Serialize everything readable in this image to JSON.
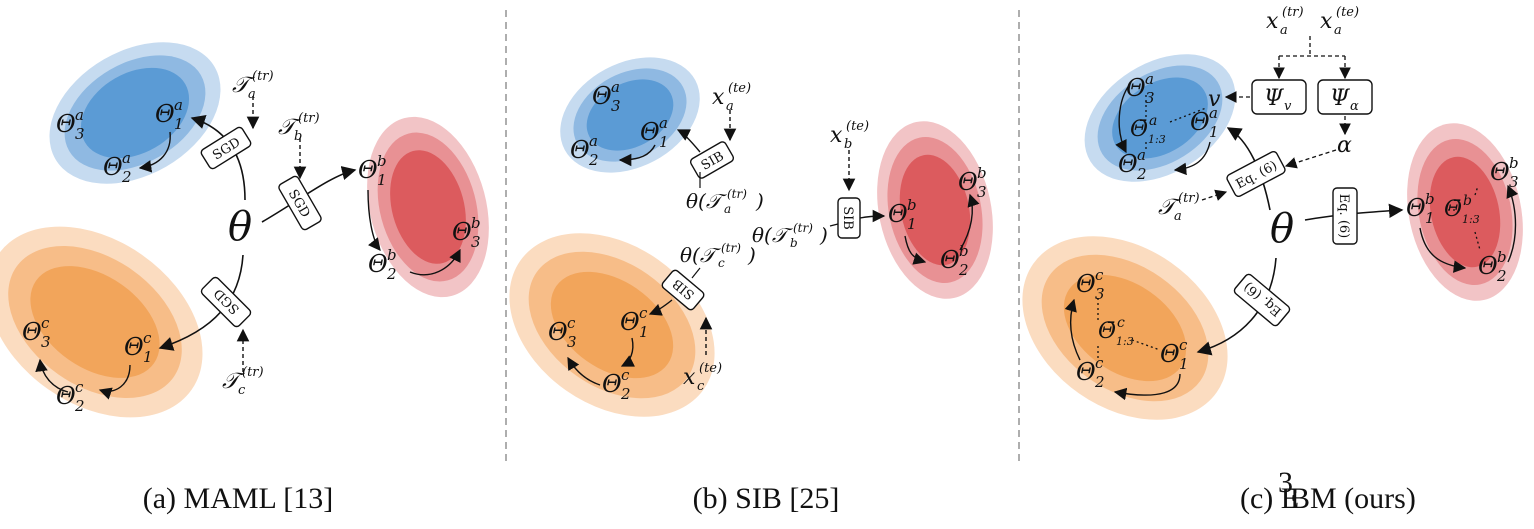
{
  "colors": {
    "blue_outer": "#c6dbf0",
    "blue_mid": "#8fb9e2",
    "blue_inner": "#5b9bd5",
    "red_outer": "#f2c4c6",
    "red_mid": "#e89194",
    "red_inner": "#dc5b5e",
    "orange_outer": "#fbdcc0",
    "orange_mid": "#f7bd88",
    "orange_inner": "#f2a55b",
    "divider": "#9a9a9a"
  },
  "panels": {
    "a": {
      "caption": "(a) MAML [13]",
      "theta": "θ",
      "box": "SGD",
      "task_a": "𝒯",
      "task_a_sup": "a",
      "task_a_tr": "(tr)",
      "task_b": "𝒯",
      "task_b_sup": "b",
      "task_b_tr": "(tr)",
      "task_c": "𝒯",
      "task_c_sup": "c",
      "task_c_tr": "(tr)",
      "nodes": {
        "a1": {
          "base": "Θ",
          "sub": "1",
          "sup": "a"
        },
        "a2": {
          "base": "Θ",
          "sub": "2",
          "sup": "a"
        },
        "a3": {
          "base": "Θ",
          "sub": "3",
          "sup": "a"
        },
        "b1": {
          "base": "Θ",
          "sub": "1",
          "sup": "b"
        },
        "b2": {
          "base": "Θ",
          "sub": "2",
          "sup": "b"
        },
        "b3": {
          "base": "Θ",
          "sub": "3",
          "sup": "b"
        },
        "c1": {
          "base": "Θ",
          "sub": "1",
          "sup": "c"
        },
        "c2": {
          "base": "Θ",
          "sub": "2",
          "sup": "c"
        },
        "c3": {
          "base": "Θ",
          "sub": "3",
          "sup": "c"
        }
      }
    },
    "b": {
      "caption": "(b) SIB [25]",
      "box": "SIB",
      "x_a": "x",
      "x_a_sub": "a",
      "x_a_te": "(te)",
      "x_b": "x",
      "x_b_sub": "b",
      "x_b_te": "(te)",
      "x_c": "x",
      "x_c_sub": "c",
      "x_c_te": "(te)",
      "theta_ta": "θ(𝒯",
      "theta_ta_sub": "a",
      "theta_ta_sup": "(tr)",
      "theta_close": ")",
      "theta_tb": "θ(𝒯",
      "theta_tb_sub": "b",
      "theta_tb_sup": "(tr)",
      "theta_tc": "θ(𝒯",
      "theta_tc_sub": "c",
      "theta_tc_sup": "(tr)"
    },
    "c": {
      "caption_pre": "(c) E",
      "caption_sup": "3",
      "caption_post": "BM (ours)",
      "theta": "θ",
      "box": "Eq. (6)",
      "psi_v": "Ψ",
      "psi_v_sub": "v",
      "psi_a": "Ψ",
      "psi_a_sub": "α",
      "x_tr": "x",
      "x_tr_sub": "a",
      "x_tr_sup": "(tr)",
      "x_te": "x",
      "x_te_sub": "a",
      "x_te_sup": "(te)",
      "v": "v",
      "alpha": "α",
      "task": "𝒯",
      "task_sub": "a",
      "task_sup": "(tr)",
      "bar": "Θ̄",
      "bar_sub": "1:3"
    }
  }
}
